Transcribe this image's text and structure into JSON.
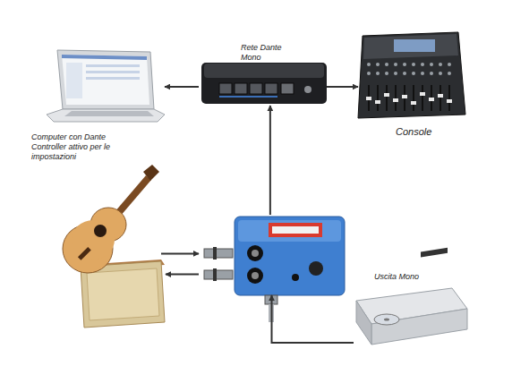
{
  "diagram": {
    "nodes": [
      {
        "text": [
          "Computer con Dante Controller attivo per le impostazioni"
        ]
      },
      {
        "text": [
          "Rete Dante Mono"
        ]
      },
      {
        "text": [
          "Console"
        ]
      },
      {
        "text": []
      },
      {
        "text": []
      },
      {
        "text": []
      },
      {
        "text": [
          "Uscita Mono"
        ]
      }
    ],
    "edges": [
      {
        "from": 1,
        "to": 0,
        "arrow": "to"
      },
      {
        "from": 1,
        "to": 2,
        "arrow": "to"
      },
      {
        "from": 5,
        "to": 1,
        "arrow": "to"
      },
      {
        "from": 3,
        "to": 5,
        "arrow": "to"
      },
      {
        "from": 5,
        "to": 4,
        "arrow": "to"
      },
      {
        "from": 6,
        "to": 5,
        "arrow": "to"
      }
    ]
  }
}
